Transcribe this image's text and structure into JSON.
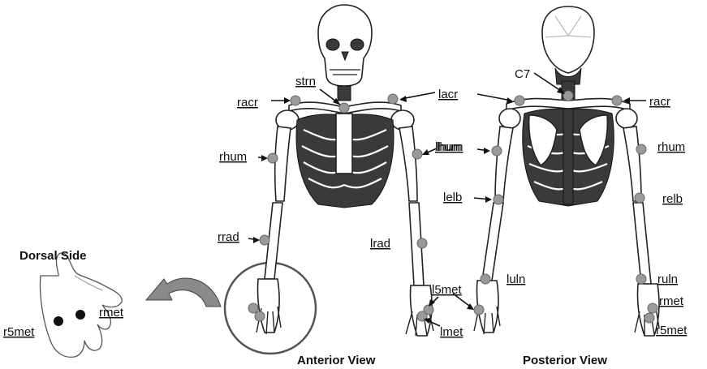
{
  "titles": {
    "dorsal": "Dorsal Side",
    "anterior": "Anterior View",
    "posterior": "Posterior View"
  },
  "anterior_labels": {
    "strn": "strn",
    "racr": "racr",
    "lacr": "lacr",
    "rhum": "rhum",
    "lhum": "lhum",
    "rrad": "rrad",
    "lrad": "lrad",
    "l5met": "l5met",
    "lmet": "lmet"
  },
  "posterior_labels": {
    "c7": "C7",
    "racr": "racr",
    "lhum": "lhum",
    "rhum": "rhum",
    "lelb": "lelb",
    "relb": "relb",
    "luln": "luln",
    "ruln": "ruln",
    "rmet": "rmet",
    "r5met": "r5met"
  },
  "hand_labels": {
    "rmet": "rmet",
    "r5met": "r5met"
  },
  "colors": {
    "marker": "#9a9a9a",
    "bone_outline": "#222222",
    "rib_fill": "#3a3a3a",
    "curved_arrow": "#8a8a8a"
  }
}
